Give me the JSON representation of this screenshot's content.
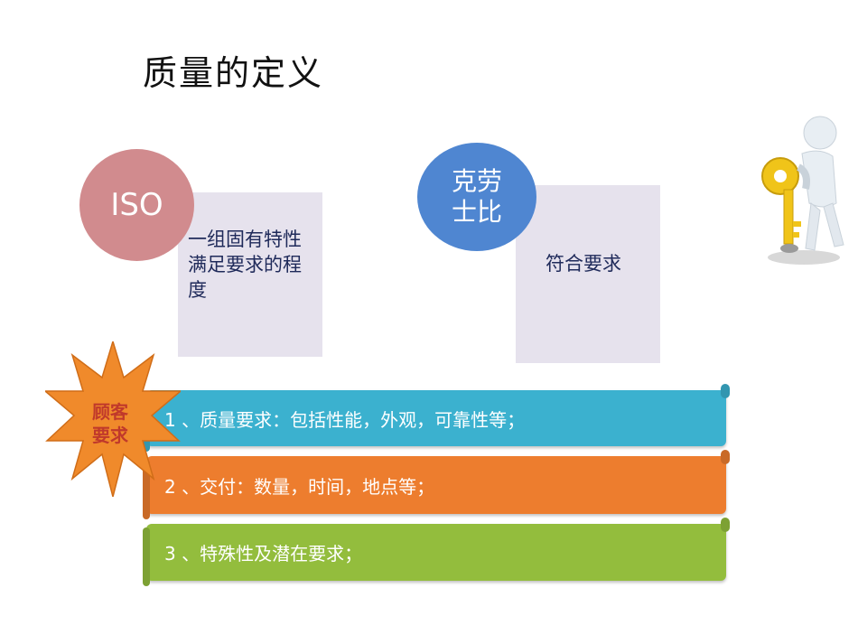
{
  "slide": {
    "title": "质量的定义",
    "iso": {
      "badge": "ISO",
      "text": "一组固有特性满足要求的程度"
    },
    "crosby": {
      "badge_line1": "克劳",
      "badge_line2": "士比",
      "text": "符合要求"
    },
    "customer": {
      "line1": "顾客",
      "line2": "要求"
    },
    "requirements": [
      {
        "text": "1 、质量要求：包括性能，外观，可靠性等；",
        "color": "#3bb1cf"
      },
      {
        "text": "2 、交付：数量，时间，地点等；",
        "color": "#ed7d2e"
      },
      {
        "text": "3 、特殊性及潜在要求；",
        "color": "#93bd3d"
      }
    ],
    "colors": {
      "iso_circle": "#d18b8e",
      "crosby_circle": "#4f86d1",
      "burst": "#f08a2b",
      "key": "#f0c419"
    },
    "icons": {
      "figure": "person-with-key-icon",
      "burst": "starburst-icon"
    }
  }
}
